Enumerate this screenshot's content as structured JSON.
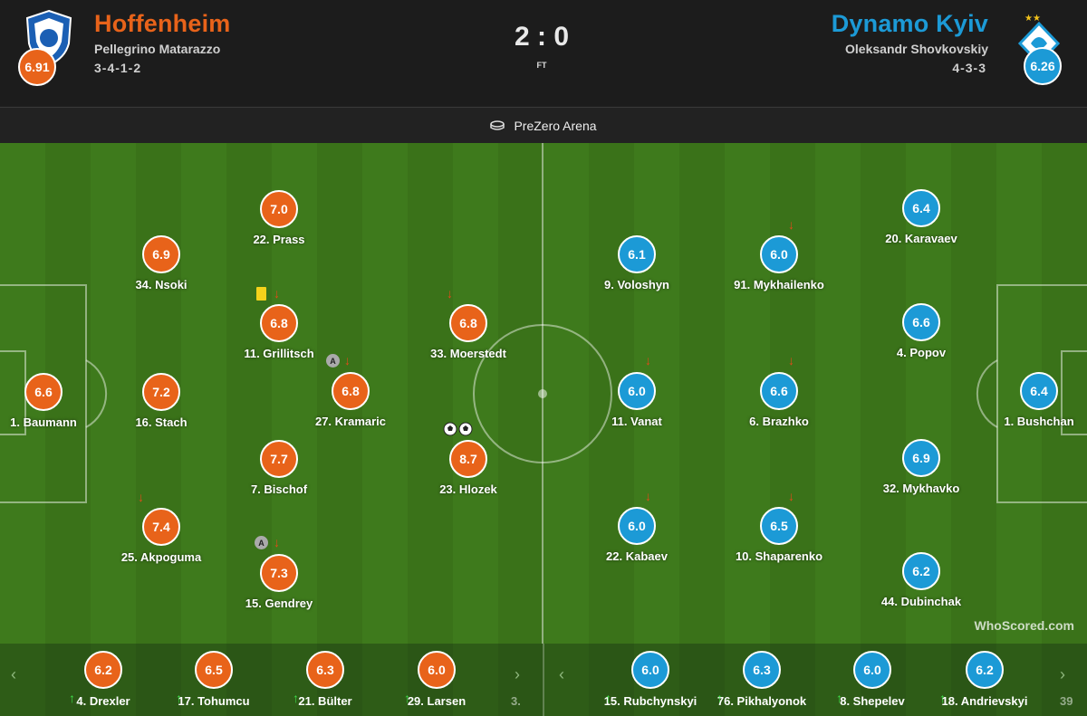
{
  "match": {
    "home": {
      "name": "Hoffenheim",
      "manager": "Pellegrino Matarazzo",
      "formation": "3-4-1-2",
      "rating": "6.91"
    },
    "away": {
      "name": "Dynamo Kyiv",
      "manager": "Oleksandr Shovkovskiy",
      "formation": "4-3-3",
      "rating": "6.26"
    },
    "score": "2 : 0",
    "status": "FT",
    "venue": "PreZero Arena",
    "watermark": "WhoScored.com"
  },
  "colors": {
    "home": "#e8631a",
    "away": "#1c9ad6",
    "sub_down": "#e04a1a",
    "sub_up": "#3fdc4a",
    "yellow_card": "#f4d21b"
  },
  "home_players": [
    {
      "name": "1. Baumann",
      "rating": "6.6"
    },
    {
      "name": "34. Nsoki",
      "rating": "6.9"
    },
    {
      "name": "16. Stach",
      "rating": "7.2"
    },
    {
      "name": "25. Akpoguma",
      "rating": "7.4"
    },
    {
      "name": "22. Prass",
      "rating": "7.0"
    },
    {
      "name": "11. Grillitsch",
      "rating": "6.8"
    },
    {
      "name": "7. Bischof",
      "rating": "7.7"
    },
    {
      "name": "15. Gendrey",
      "rating": "7.3"
    },
    {
      "name": "27. Kramaric",
      "rating": "6.8"
    },
    {
      "name": "33. Moerstedt",
      "rating": "6.8"
    },
    {
      "name": "23. Hlozek",
      "rating": "8.7"
    }
  ],
  "away_players": [
    {
      "name": "9. Voloshyn",
      "rating": "6.1"
    },
    {
      "name": "11. Vanat",
      "rating": "6.0"
    },
    {
      "name": "22. Kabaev",
      "rating": "6.0"
    },
    {
      "name": "91. Mykhailenko",
      "rating": "6.0"
    },
    {
      "name": "6. Brazhko",
      "rating": "6.6"
    },
    {
      "name": "10. Shaparenko",
      "rating": "6.5"
    },
    {
      "name": "20. Karavaev",
      "rating": "6.4"
    },
    {
      "name": "4. Popov",
      "rating": "6.6"
    },
    {
      "name": "32. Mykhavko",
      "rating": "6.9"
    },
    {
      "name": "44. Dubinchak",
      "rating": "6.2"
    },
    {
      "name": "1. Bushchan",
      "rating": "6.4"
    }
  ],
  "home_subs": [
    {
      "name": "4. Drexler",
      "rating": "6.2"
    },
    {
      "name": "17. Tohumcu",
      "rating": "6.5"
    },
    {
      "name": "21. Bülter",
      "rating": "6.3"
    },
    {
      "name": "29. Larsen",
      "rating": "6.0"
    }
  ],
  "away_subs": [
    {
      "name": "15. Rubchynskyi",
      "rating": "6.0"
    },
    {
      "name": "76. Pikhalyonok",
      "rating": "6.3"
    },
    {
      "name": "8. Shepelev",
      "rating": "6.0"
    },
    {
      "name": "18. Andrievskyi",
      "rating": "6.2"
    }
  ],
  "bench_clipped": {
    "home": "3.",
    "away": "39"
  },
  "icons": {
    "sub_down": "↓",
    "sub_up": "↑",
    "assist": "A",
    "nav_prev": "‹",
    "nav_next": "›"
  }
}
